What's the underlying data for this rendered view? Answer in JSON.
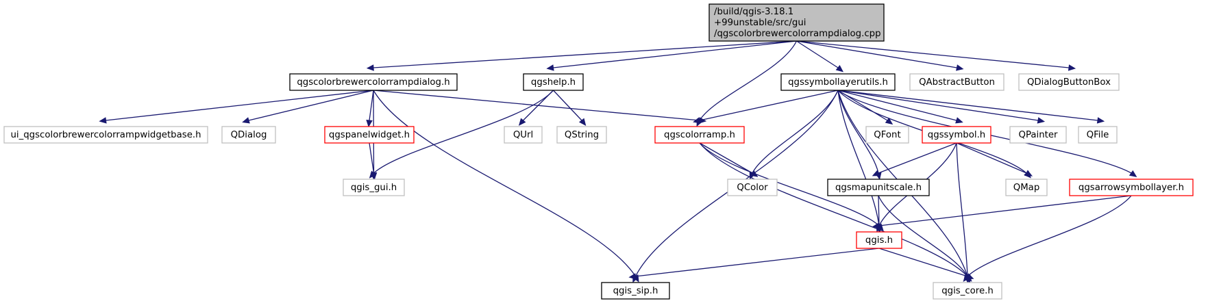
{
  "colors": {
    "edge": "#191970",
    "root_fill": "#bfbfbf",
    "border_black": "#000000",
    "border_red": "#ff0000",
    "border_gray": "#bfbfbf"
  },
  "nodes": {
    "root": {
      "lines": [
        "/build/qgis-3.18.1",
        "+99unstable/src/gui",
        "/qgscolorbrewercolorrampdialog.cpp"
      ],
      "style": "root"
    },
    "dlg_h": {
      "lines": [
        "qgscolorbrewercolorrampdialog.h"
      ],
      "style": "black"
    },
    "qgshelp": {
      "lines": [
        "qgshelp.h"
      ],
      "style": "black"
    },
    "symlayerutils": {
      "lines": [
        "qgssymbollayerutils.h"
      ],
      "style": "black"
    },
    "qabstractbutton": {
      "lines": [
        "QAbstractButton"
      ],
      "style": "gray"
    },
    "qdialogbuttonbox": {
      "lines": [
        "QDialogButtonBox"
      ],
      "style": "gray"
    },
    "ui_base": {
      "lines": [
        "ui_qgscolorbrewercolorrampwidgetbase.h"
      ],
      "style": "gray"
    },
    "qdialog": {
      "lines": [
        "QDialog"
      ],
      "style": "gray"
    },
    "panelwidget": {
      "lines": [
        "qgspanelwidget.h"
      ],
      "style": "red"
    },
    "qurl": {
      "lines": [
        "QUrl"
      ],
      "style": "gray"
    },
    "qstring": {
      "lines": [
        "QString"
      ],
      "style": "gray"
    },
    "colorramp": {
      "lines": [
        "qgscolorramp.h"
      ],
      "style": "red"
    },
    "qfont": {
      "lines": [
        "QFont"
      ],
      "style": "gray"
    },
    "qgssymbol": {
      "lines": [
        "qgssymbol.h"
      ],
      "style": "red"
    },
    "qpainter": {
      "lines": [
        "QPainter"
      ],
      "style": "gray"
    },
    "qfile": {
      "lines": [
        "QFile"
      ],
      "style": "gray"
    },
    "qgis_gui": {
      "lines": [
        "qgis_gui.h"
      ],
      "style": "gray"
    },
    "qcolor": {
      "lines": [
        "QColor"
      ],
      "style": "gray"
    },
    "mapunitscale": {
      "lines": [
        "qgsmapunitscale.h"
      ],
      "style": "black"
    },
    "qmap": {
      "lines": [
        "QMap"
      ],
      "style": "gray"
    },
    "arrowsymbollayer": {
      "lines": [
        "qgsarrowsymbollayer.h"
      ],
      "style": "red"
    },
    "qgis_h": {
      "lines": [
        "qgis.h"
      ],
      "style": "red"
    },
    "qgis_sip": {
      "lines": [
        "qgis_sip.h"
      ],
      "style": "black"
    },
    "qgis_core": {
      "lines": [
        "qgis_core.h"
      ],
      "style": "gray"
    }
  },
  "edges": [
    [
      "root",
      "dlg_h"
    ],
    [
      "root",
      "qgshelp"
    ],
    [
      "root",
      "symlayerutils"
    ],
    [
      "root",
      "colorramp"
    ],
    [
      "root",
      "qabstractbutton"
    ],
    [
      "root",
      "qdialogbuttonbox"
    ],
    [
      "dlg_h",
      "ui_base"
    ],
    [
      "dlg_h",
      "qdialog"
    ],
    [
      "dlg_h",
      "panelwidget"
    ],
    [
      "dlg_h",
      "qgis_gui"
    ],
    [
      "dlg_h",
      "colorramp"
    ],
    [
      "dlg_h",
      "qgis_sip"
    ],
    [
      "panelwidget",
      "qgis_gui"
    ],
    [
      "qgshelp",
      "qurl"
    ],
    [
      "qgshelp",
      "qstring"
    ],
    [
      "qgshelp",
      "qgis_gui"
    ],
    [
      "symlayerutils",
      "colorramp"
    ],
    [
      "symlayerutils",
      "qfont"
    ],
    [
      "symlayerutils",
      "qgssymbol"
    ],
    [
      "symlayerutils",
      "qpainter"
    ],
    [
      "symlayerutils",
      "qfile"
    ],
    [
      "symlayerutils",
      "qcolor"
    ],
    [
      "symlayerutils",
      "mapunitscale"
    ],
    [
      "symlayerutils",
      "qmap"
    ],
    [
      "symlayerutils",
      "arrowsymbollayer"
    ],
    [
      "symlayerutils",
      "qgis_h"
    ],
    [
      "symlayerutils",
      "qgis_sip"
    ],
    [
      "symlayerutils",
      "qgis_core"
    ],
    [
      "colorramp",
      "qcolor"
    ],
    [
      "colorramp",
      "qgis_h"
    ],
    [
      "colorramp",
      "qgis_core"
    ],
    [
      "qgssymbol",
      "mapunitscale"
    ],
    [
      "qgssymbol",
      "qmap"
    ],
    [
      "qgssymbol",
      "qgis_h"
    ],
    [
      "qgssymbol",
      "qgis_core"
    ],
    [
      "mapunitscale",
      "qgis_h"
    ],
    [
      "mapunitscale",
      "qgis_core"
    ],
    [
      "arrowsymbollayer",
      "qgis_h"
    ],
    [
      "arrowsymbollayer",
      "qgis_core"
    ],
    [
      "qgis_h",
      "qgis_sip"
    ],
    [
      "qgis_h",
      "qgis_core"
    ]
  ]
}
